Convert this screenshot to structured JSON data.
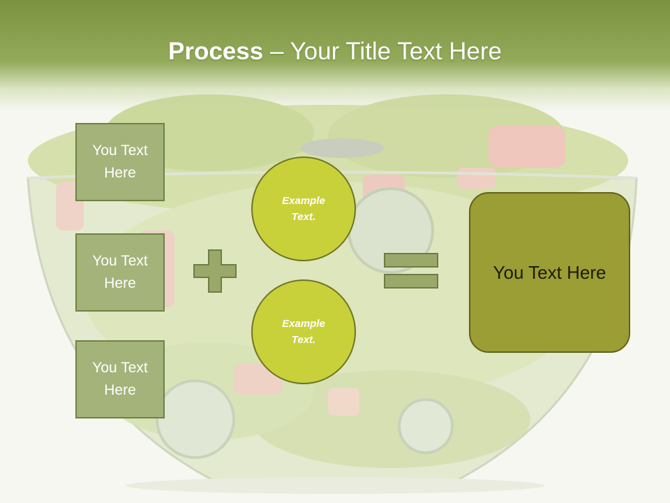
{
  "slide": {
    "title_bold": "Process",
    "title_rest": " – Your Title Text Here"
  },
  "boxes": [
    {
      "label": "You Text Here"
    },
    {
      "label": "You Text Here"
    },
    {
      "label": "You Text Here"
    }
  ],
  "circles": [
    {
      "label": "Example Text."
    },
    {
      "label": "Example Text."
    }
  ],
  "result": {
    "label": "You Text Here"
  },
  "colors": {
    "header": "#7b9240",
    "box_fill": "#a4b37a",
    "circle_fill": "#c9d13a",
    "result_fill": "#9b9d35",
    "operator_fill": "#9aa86a"
  },
  "icons": {
    "plus": "plus-icon",
    "equals": "equals-icon"
  }
}
